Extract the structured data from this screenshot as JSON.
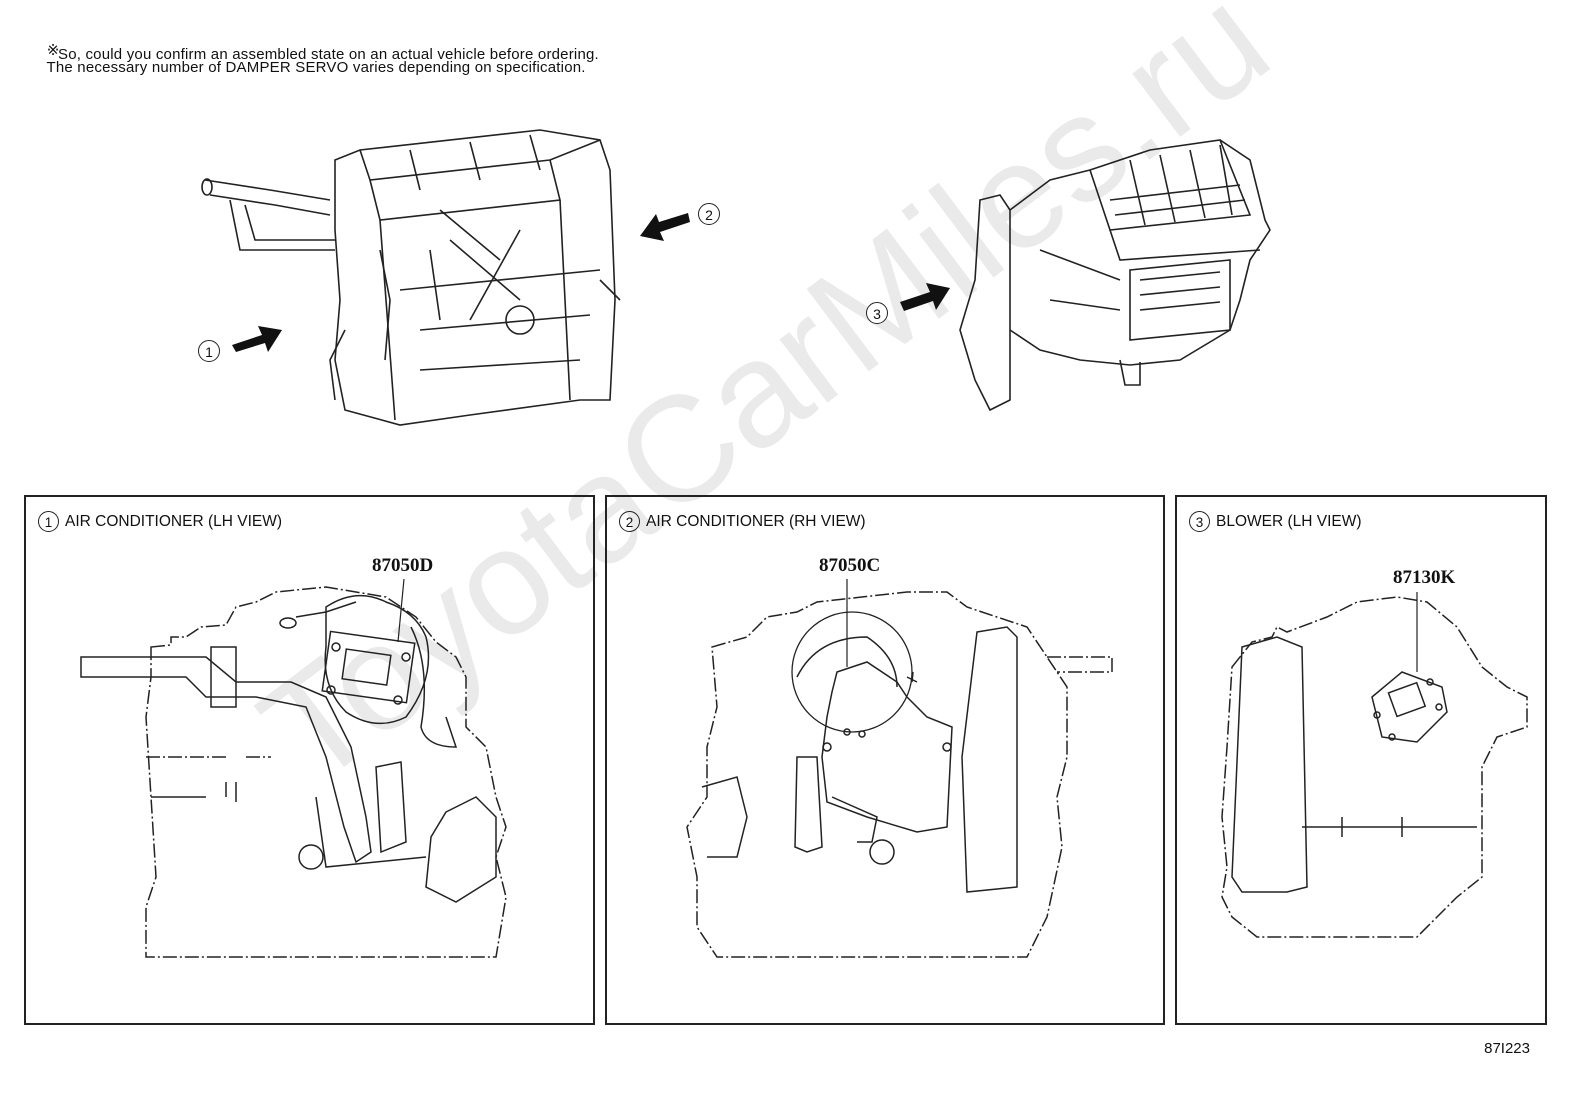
{
  "note": {
    "symbol": "※",
    "line1": "The necessary number of DAMPER SERVO varies depending on specification.",
    "line2": "So, could you confirm an assembled state on an actual vehicle before ordering."
  },
  "callouts": {
    "c1": "1",
    "c2": "2",
    "c3": "3"
  },
  "panels": [
    {
      "num": "1",
      "title": "AIR CONDITIONER (LH VIEW)",
      "part_number": "87050D"
    },
    {
      "num": "2",
      "title": "AIR CONDITIONER (RH VIEW)",
      "part_number": "87050C"
    },
    {
      "num": "3",
      "title": "BLOWER (LH VIEW)",
      "part_number": "87130K"
    }
  ],
  "diagram_id": "87I223",
  "watermark": "ToyotaCarMiles.ru"
}
